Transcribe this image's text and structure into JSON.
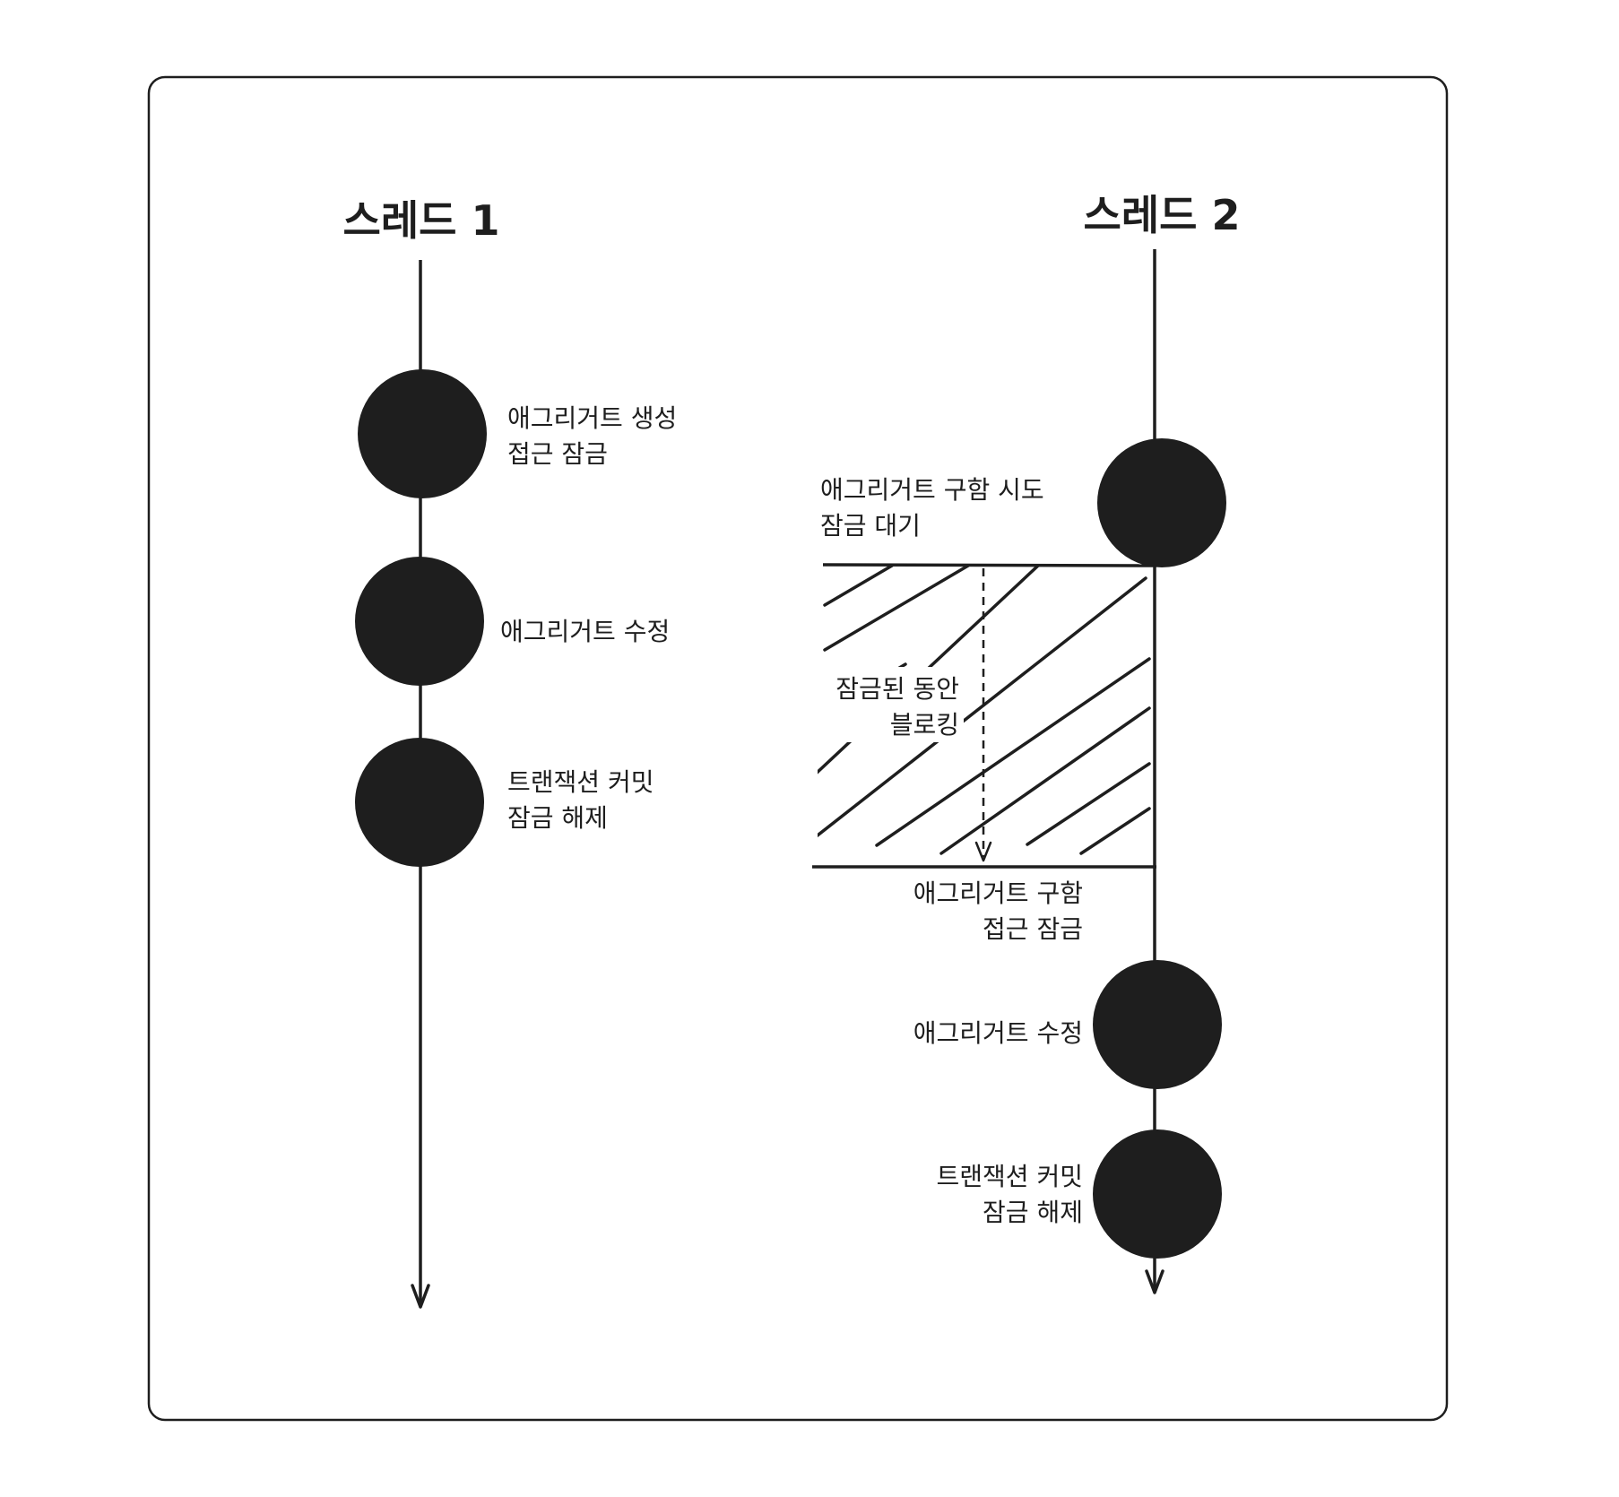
{
  "thread1": {
    "title": "스레드 1",
    "events": [
      {
        "line1": "애그리거트 생성",
        "line2": "접근 잠금"
      },
      {
        "line1": "애그리거트 수정",
        "line2": ""
      },
      {
        "line1": "트랜잭션 커밋",
        "line2": "잠금 해제"
      }
    ]
  },
  "thread2": {
    "title": "스레드 2",
    "events": [
      {
        "line1": "애그리거트 구함 시도",
        "line2": "잠금 대기"
      },
      {
        "line1": "애그리거트 수정",
        "line2": ""
      },
      {
        "line1": "트랜잭션 커밋",
        "line2": "잠금 해제"
      }
    ],
    "blocking": {
      "line1": "잠금된 동안",
      "line2": "블로킹"
    },
    "acquired": {
      "line1": "애그리거트 구함",
      "line2": "접근 잠금"
    }
  },
  "colors": {
    "ink": "#1e1e1e",
    "background": "#ffffff"
  }
}
